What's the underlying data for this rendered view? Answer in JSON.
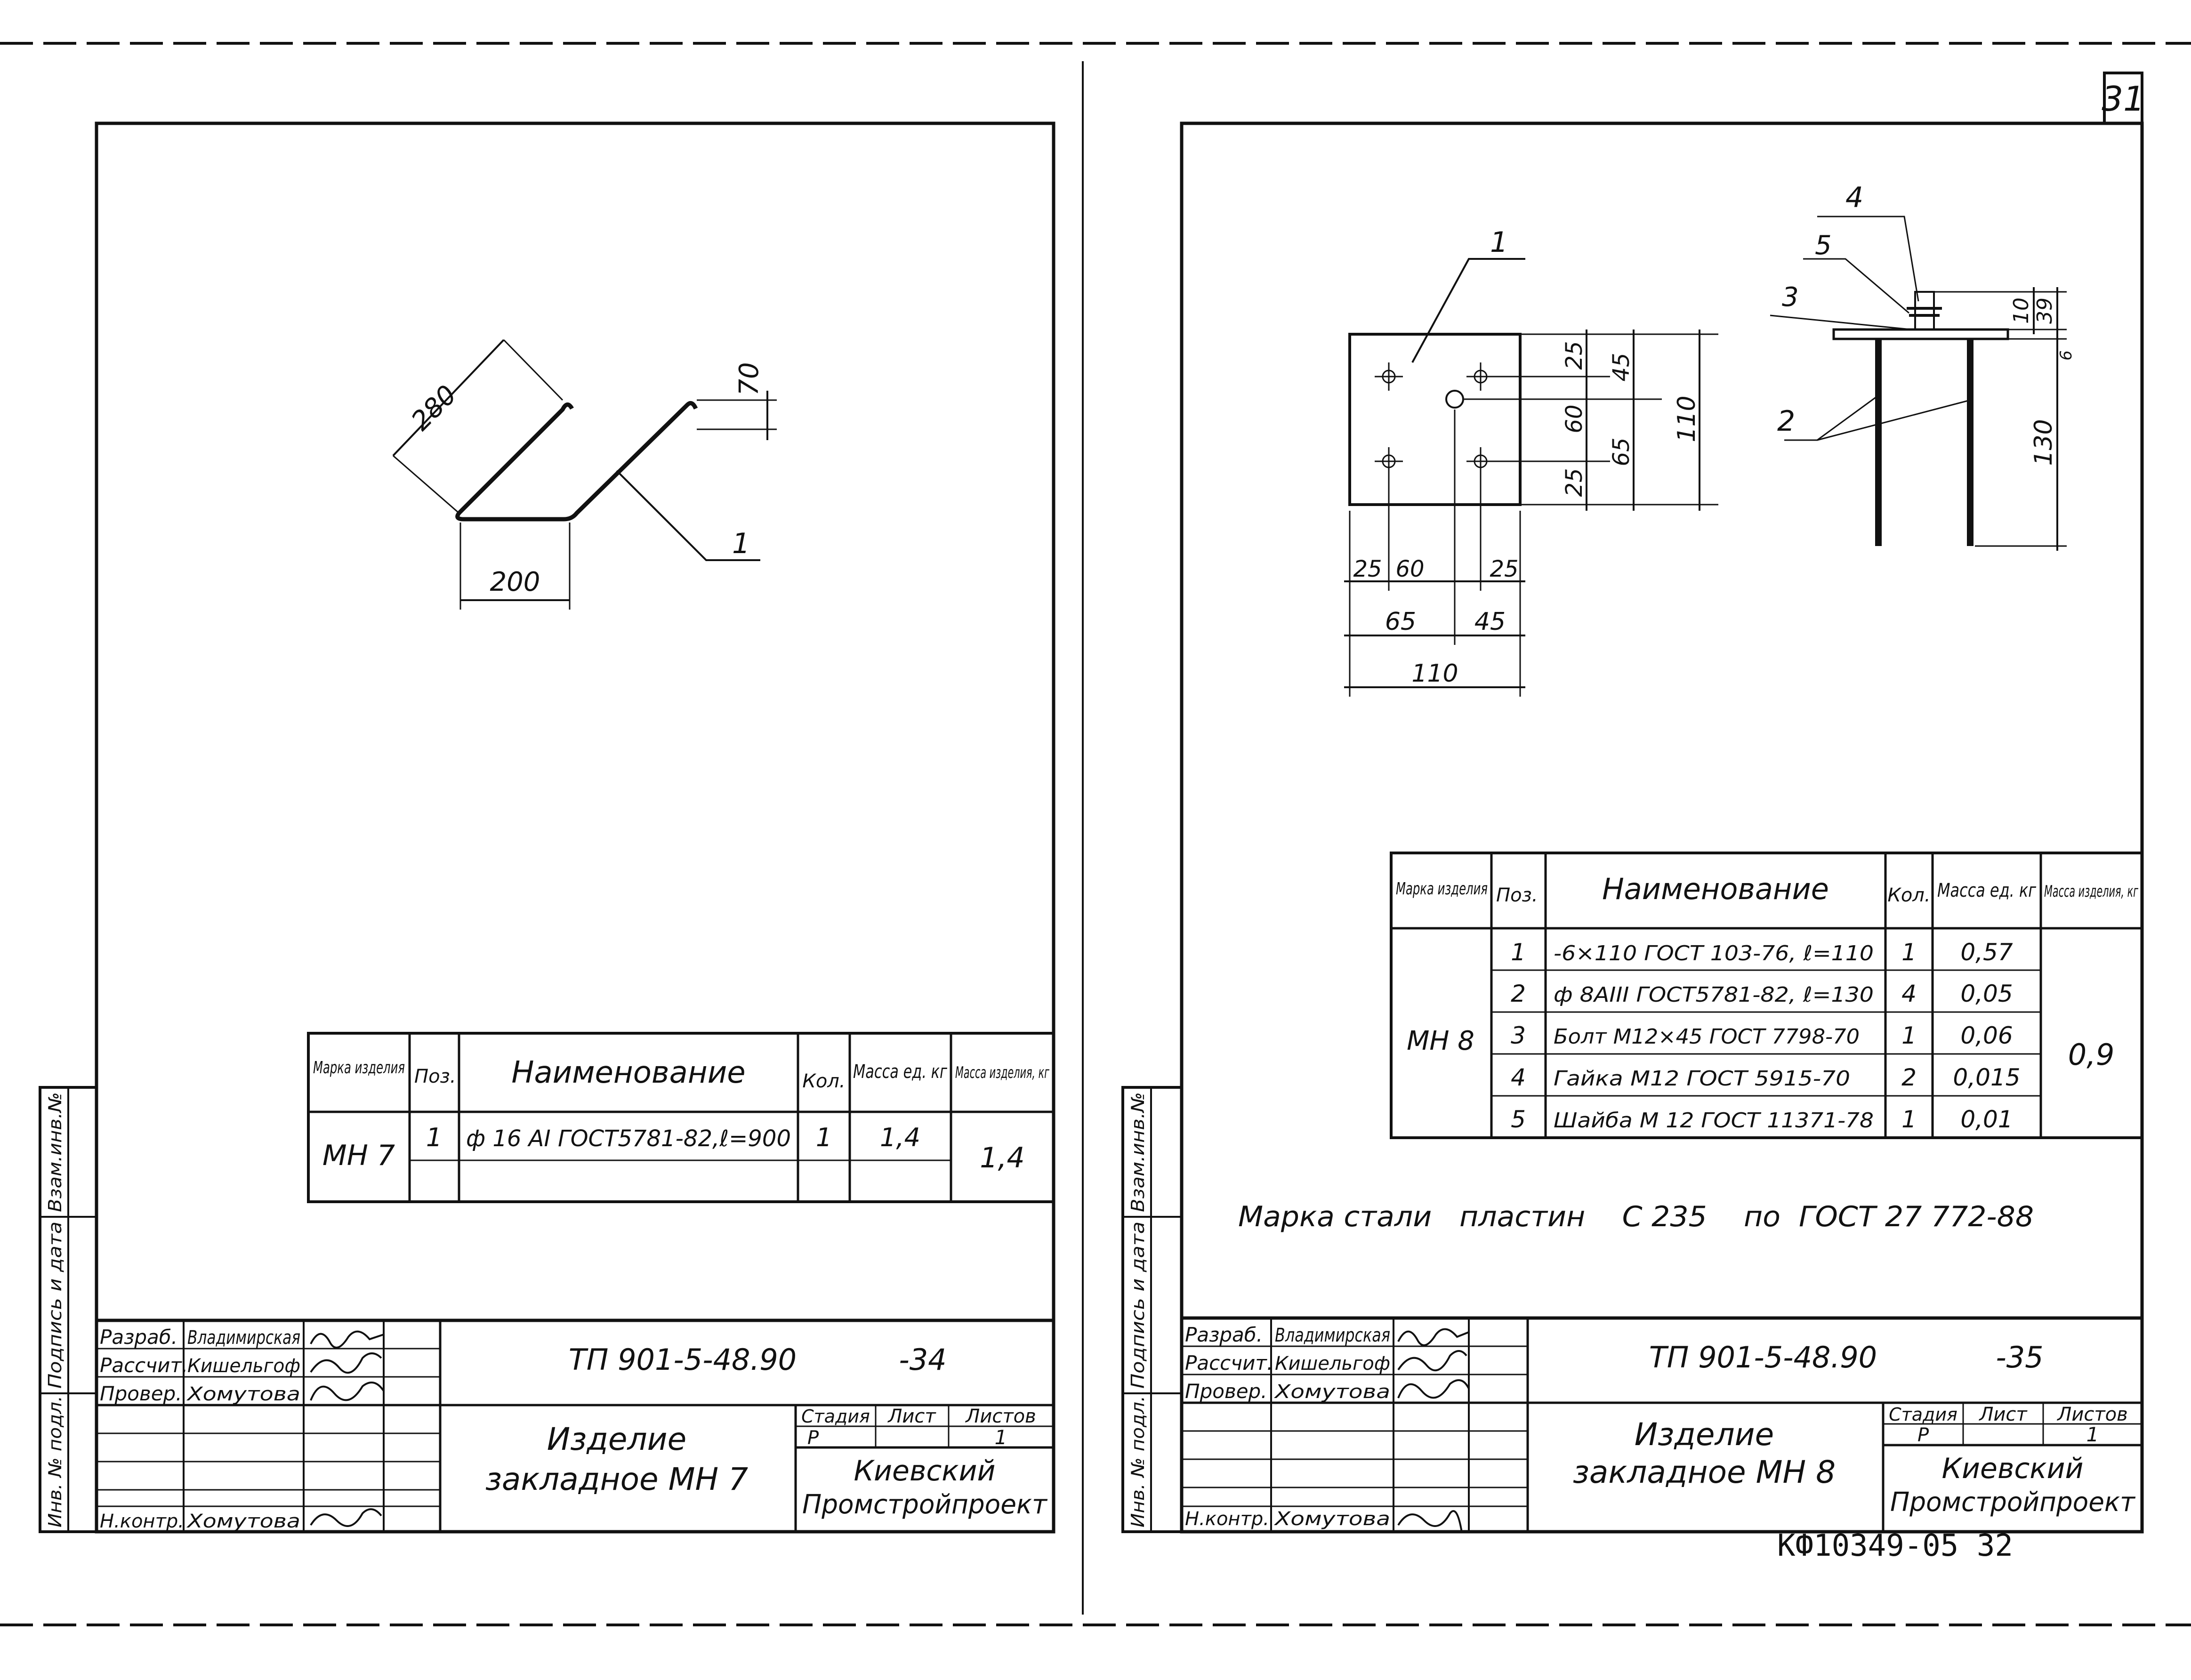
{
  "page_number": "31",
  "footer_code": "КФ10349-05  32",
  "sheet_left": {
    "part_label": "1",
    "dimensions": {
      "length": "280",
      "base": "200",
      "hook": "70"
    },
    "spec_table": {
      "headers": {
        "mark": "Марка изделия",
        "pos": "Поз.",
        "name": "Наименование",
        "qty": "Кол.",
        "unit_mass": "Масса ед. кг",
        "item_mass": "Масса изделия, кг"
      },
      "mark": "МН 7",
      "rows": [
        {
          "pos": "1",
          "name": "ф 16 AI ГОСТ5781-82,ℓ=900",
          "qty": "1",
          "unit_mass": "1,4"
        }
      ],
      "total_mass": "1,4"
    },
    "title_block": {
      "doc_code": "ТП 901-5-48.90",
      "sheet_code": "-34",
      "roles": [
        "Разраб.",
        "Рассчит.",
        "Провер.",
        "",
        "",
        "",
        "Н.контр."
      ],
      "people": [
        "Владимирская",
        "Кишельгоф",
        "Хомутова",
        "",
        "",
        "",
        "Хомутова"
      ],
      "title_line1": "Изделие",
      "title_line2": "закладное МН 7",
      "stage_header": "Стадия",
      "sheet_header": "Лист",
      "sheets_header": "Листов",
      "stage": "Р",
      "sheets": "1",
      "org_line1": "Киевский",
      "org_line2": "Промстройпроект"
    },
    "side_labels": [
      "Инв. № подл.",
      "Подпись и дата",
      "Взам.инв.№"
    ]
  },
  "sheet_right": {
    "callouts": {
      "plate": "1",
      "rebars": "2",
      "bolt": "3",
      "nut": "4",
      "washer": "5"
    },
    "dims_plan_right": [
      "25",
      "60",
      "25",
      "45",
      "65",
      "110"
    ],
    "dims_plan_bottom": [
      "25",
      "60",
      "25",
      "65",
      "45",
      "110"
    ],
    "dims_side": [
      "10",
      "39",
      "6",
      "130"
    ],
    "spec_table": {
      "headers": {
        "mark": "Марка изделия",
        "pos": "Поз.",
        "name": "Наименование",
        "qty": "Кол.",
        "unit_mass": "Масса ед. кг",
        "item_mass": "Масса изделия, кг"
      },
      "mark": "МН 8",
      "rows": [
        {
          "pos": "1",
          "name": "-6×110 ГОСТ 103-76, ℓ=110",
          "qty": "1",
          "unit_mass": "0,57"
        },
        {
          "pos": "2",
          "name": "ф 8АIII ГОСТ5781-82, ℓ=130",
          "qty": "4",
          "unit_mass": "0,05"
        },
        {
          "pos": "3",
          "name": "Болт М12×45 ГОСТ 7798-70",
          "qty": "1",
          "unit_mass": "0,06"
        },
        {
          "pos": "4",
          "name": "Гайка М12 ГОСТ 5915-70",
          "qty": "2",
          "unit_mass": "0,015"
        },
        {
          "pos": "5",
          "name": "Шайба М 12 ГОСТ 11371-78",
          "qty": "1",
          "unit_mass": "0,01"
        }
      ],
      "total_mass": "0,9"
    },
    "note": "Марка стали   пластин    С 235    по  ГОСТ 27 772-88",
    "title_block": {
      "doc_code": "ТП 901-5-48.90",
      "sheet_code": "-35",
      "roles": [
        "Разраб.",
        "Рассчит.",
        "Провер.",
        "",
        "",
        "",
        "Н.контр."
      ],
      "people": [
        "Владимирская",
        "Кишельгоф",
        "Хомутова",
        "",
        "",
        "",
        "Хомутова"
      ],
      "title_line1": "Изделие",
      "title_line2": "закладное МН 8",
      "stage_header": "Стадия",
      "sheet_header": "Лист",
      "sheets_header": "Листов",
      "stage": "Р",
      "sheets": "1",
      "org_line1": "Киевский",
      "org_line2": "Промстройпроект"
    },
    "side_labels": [
      "Инв. № подл.",
      "Подпись и дата",
      "Взам.инв.№"
    ]
  }
}
